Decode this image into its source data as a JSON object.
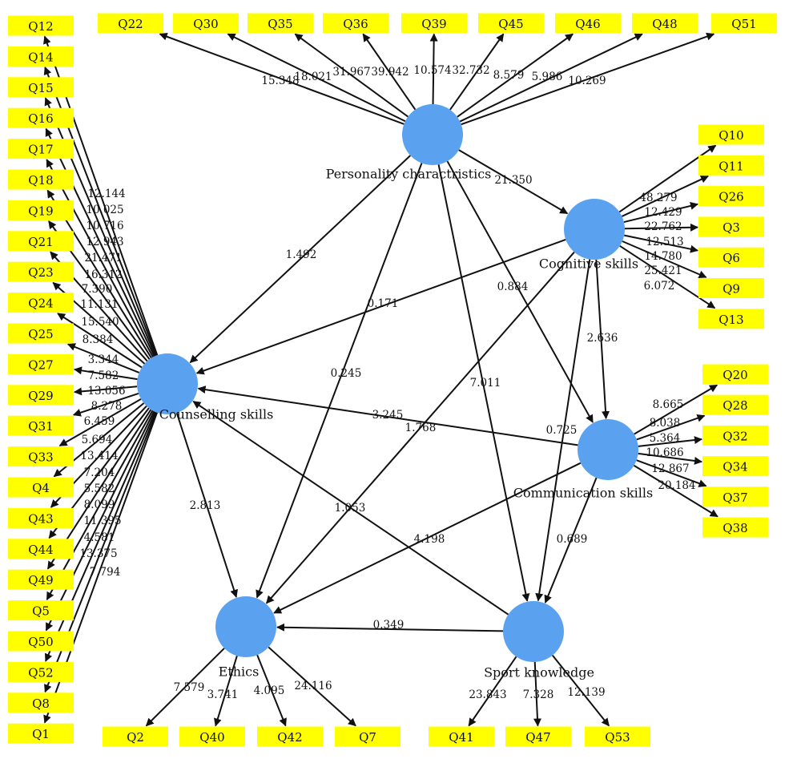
{
  "diagram": {
    "colors": {
      "construct": "#5aa2f0",
      "indicator": "#ffff00",
      "line": "#111111",
      "text": "#111111"
    },
    "constructs": [
      {
        "id": "personality",
        "label": "Personality charactristics"
      },
      {
        "id": "cognitive",
        "label": "Cognitive skills"
      },
      {
        "id": "counselling",
        "label": "Counselling skills"
      },
      {
        "id": "communication",
        "label": "Communication skills"
      },
      {
        "id": "ethics",
        "label": "Ethics"
      },
      {
        "id": "sport",
        "label": "Sport knowledge"
      }
    ],
    "indicators": [
      {
        "id": "Q22",
        "label": "Q22"
      },
      {
        "id": "Q30",
        "label": "Q30"
      },
      {
        "id": "Q35",
        "label": "Q35"
      },
      {
        "id": "Q36",
        "label": "Q36"
      },
      {
        "id": "Q39",
        "label": "Q39"
      },
      {
        "id": "Q45",
        "label": "Q45"
      },
      {
        "id": "Q46",
        "label": "Q46"
      },
      {
        "id": "Q48",
        "label": "Q48"
      },
      {
        "id": "Q51",
        "label": "Q51"
      },
      {
        "id": "Q12",
        "label": "Q12"
      },
      {
        "id": "Q14",
        "label": "Q14"
      },
      {
        "id": "Q15",
        "label": "Q15"
      },
      {
        "id": "Q16",
        "label": "Q16"
      },
      {
        "id": "Q17",
        "label": "Q17"
      },
      {
        "id": "Q18",
        "label": "Q18"
      },
      {
        "id": "Q19",
        "label": "Q19"
      },
      {
        "id": "Q21",
        "label": "Q21"
      },
      {
        "id": "Q23",
        "label": "Q23"
      },
      {
        "id": "Q24",
        "label": "Q24"
      },
      {
        "id": "Q25",
        "label": "Q25"
      },
      {
        "id": "Q27",
        "label": "Q27"
      },
      {
        "id": "Q29",
        "label": "Q29"
      },
      {
        "id": "Q31",
        "label": "Q31"
      },
      {
        "id": "Q33",
        "label": "Q33"
      },
      {
        "id": "Q4",
        "label": "Q4"
      },
      {
        "id": "Q43",
        "label": "Q43"
      },
      {
        "id": "Q44",
        "label": "Q44"
      },
      {
        "id": "Q49",
        "label": "Q49"
      },
      {
        "id": "Q5",
        "label": "Q5"
      },
      {
        "id": "Q50",
        "label": "Q50"
      },
      {
        "id": "Q52",
        "label": "Q52"
      },
      {
        "id": "Q8",
        "label": "Q8"
      },
      {
        "id": "Q1",
        "label": "Q1"
      },
      {
        "id": "Q10",
        "label": "Q10"
      },
      {
        "id": "Q11",
        "label": "Q11"
      },
      {
        "id": "Q26",
        "label": "Q26"
      },
      {
        "id": "Q3",
        "label": "Q3"
      },
      {
        "id": "Q6",
        "label": "Q6"
      },
      {
        "id": "Q9",
        "label": "Q9"
      },
      {
        "id": "Q13",
        "label": "Q13"
      },
      {
        "id": "Q20",
        "label": "Q20"
      },
      {
        "id": "Q28",
        "label": "Q28"
      },
      {
        "id": "Q32",
        "label": "Q32"
      },
      {
        "id": "Q34",
        "label": "Q34"
      },
      {
        "id": "Q37",
        "label": "Q37"
      },
      {
        "id": "Q38",
        "label": "Q38"
      },
      {
        "id": "Q2",
        "label": "Q2"
      },
      {
        "id": "Q40",
        "label": "Q40"
      },
      {
        "id": "Q42",
        "label": "Q42"
      },
      {
        "id": "Q7",
        "label": "Q7"
      },
      {
        "id": "Q41",
        "label": "Q41"
      },
      {
        "id": "Q47",
        "label": "Q47"
      },
      {
        "id": "Q53",
        "label": "Q53"
      }
    ],
    "outer_loadings": [
      {
        "from": "personality",
        "to": "Q22",
        "value": "15.348"
      },
      {
        "from": "personality",
        "to": "Q30",
        "value": "18.021"
      },
      {
        "from": "personality",
        "to": "Q35",
        "value": "31.967"
      },
      {
        "from": "personality",
        "to": "Q36",
        "value": "39.942"
      },
      {
        "from": "personality",
        "to": "Q39",
        "value": "10.574"
      },
      {
        "from": "personality",
        "to": "Q45",
        "value": "32.732"
      },
      {
        "from": "personality",
        "to": "Q46",
        "value": "8.579"
      },
      {
        "from": "personality",
        "to": "Q48",
        "value": "5.986"
      },
      {
        "from": "personality",
        "to": "Q51",
        "value": "10.269"
      },
      {
        "from": "counselling",
        "to": "Q12",
        "value": "12.144"
      },
      {
        "from": "counselling",
        "to": "Q14",
        "value": "10.025"
      },
      {
        "from": "counselling",
        "to": "Q15",
        "value": "10.716"
      },
      {
        "from": "counselling",
        "to": "Q16",
        "value": "12.943"
      },
      {
        "from": "counselling",
        "to": "Q17",
        "value": "21.471"
      },
      {
        "from": "counselling",
        "to": "Q18",
        "value": "16.312"
      },
      {
        "from": "counselling",
        "to": "Q19",
        "value": "7.390"
      },
      {
        "from": "counselling",
        "to": "Q21",
        "value": "11.131"
      },
      {
        "from": "counselling",
        "to": "Q23",
        "value": "15.540"
      },
      {
        "from": "counselling",
        "to": "Q24",
        "value": "8.384"
      },
      {
        "from": "counselling",
        "to": "Q25",
        "value": "3.344"
      },
      {
        "from": "counselling",
        "to": "Q27",
        "value": "7.582"
      },
      {
        "from": "counselling",
        "to": "Q29",
        "value": "13.056"
      },
      {
        "from": "counselling",
        "to": "Q31",
        "value": "8.278"
      },
      {
        "from": "counselling",
        "to": "Q33",
        "value": "6.459"
      },
      {
        "from": "counselling",
        "to": "Q4",
        "value": "5.694"
      },
      {
        "from": "counselling",
        "to": "Q43",
        "value": "13.414"
      },
      {
        "from": "counselling",
        "to": "Q44",
        "value": "7.204"
      },
      {
        "from": "counselling",
        "to": "Q49",
        "value": "5.582"
      },
      {
        "from": "counselling",
        "to": "Q5",
        "value": "8.099"
      },
      {
        "from": "counselling",
        "to": "Q50",
        "value": "11.395"
      },
      {
        "from": "counselling",
        "to": "Q52",
        "value": "4.581"
      },
      {
        "from": "counselling",
        "to": "Q8",
        "value": "13.375"
      },
      {
        "from": "counselling",
        "to": "Q1",
        "value": "7.794"
      },
      {
        "from": "cognitive",
        "to": "Q10",
        "value": "48.279"
      },
      {
        "from": "cognitive",
        "to": "Q11",
        "value": "12.429"
      },
      {
        "from": "cognitive",
        "to": "Q26",
        "value": "22.762"
      },
      {
        "from": "cognitive",
        "to": "Q3",
        "value": "12.513"
      },
      {
        "from": "cognitive",
        "to": "Q6",
        "value": "14.780"
      },
      {
        "from": "cognitive",
        "to": "Q9",
        "value": "25.421"
      },
      {
        "from": "cognitive",
        "to": "Q13",
        "value": "6.072"
      },
      {
        "from": "communication",
        "to": "Q20",
        "value": "8.665"
      },
      {
        "from": "communication",
        "to": "Q28",
        "value": "8.038"
      },
      {
        "from": "communication",
        "to": "Q32",
        "value": "5.364"
      },
      {
        "from": "communication",
        "to": "Q34",
        "value": "10.686"
      },
      {
        "from": "communication",
        "to": "Q37",
        "value": "12.867"
      },
      {
        "from": "communication",
        "to": "Q38",
        "value": "20.184"
      },
      {
        "from": "ethics",
        "to": "Q2",
        "value": "7.579"
      },
      {
        "from": "ethics",
        "to": "Q40",
        "value": "3.741"
      },
      {
        "from": "ethics",
        "to": "Q42",
        "value": "4.095"
      },
      {
        "from": "ethics",
        "to": "Q7",
        "value": "24.116"
      },
      {
        "from": "sport",
        "to": "Q41",
        "value": "23.843"
      },
      {
        "from": "sport",
        "to": "Q47",
        "value": "7.328"
      },
      {
        "from": "sport",
        "to": "Q53",
        "value": "12.139"
      }
    ],
    "paths": [
      {
        "from": "personality",
        "to": "cognitive",
        "value": "21.350"
      },
      {
        "from": "personality",
        "to": "counselling",
        "value": "1.492"
      },
      {
        "from": "personality",
        "to": "ethics",
        "value": "0.245"
      },
      {
        "from": "personality",
        "to": "sport",
        "value": "7.011"
      },
      {
        "from": "personality",
        "to": "communication",
        "value": "0.884"
      },
      {
        "from": "cognitive",
        "to": "counselling",
        "value": "0.171"
      },
      {
        "from": "cognitive",
        "to": "communication",
        "value": "2.636"
      },
      {
        "from": "cognitive",
        "to": "sport",
        "value": "0.725"
      },
      {
        "from": "cognitive",
        "to": "ethics",
        "value": "1.768"
      },
      {
        "from": "communication",
        "to": "counselling",
        "value": "3.245"
      },
      {
        "from": "communication",
        "to": "ethics",
        "value": "4.198"
      },
      {
        "from": "communication",
        "to": "sport",
        "value": "0.689"
      },
      {
        "from": "counselling",
        "to": "ethics",
        "value": "2.813"
      },
      {
        "from": "sport",
        "to": "counselling",
        "value": "1.053"
      },
      {
        "from": "sport",
        "to": "ethics",
        "value": "0.349"
      }
    ]
  }
}
